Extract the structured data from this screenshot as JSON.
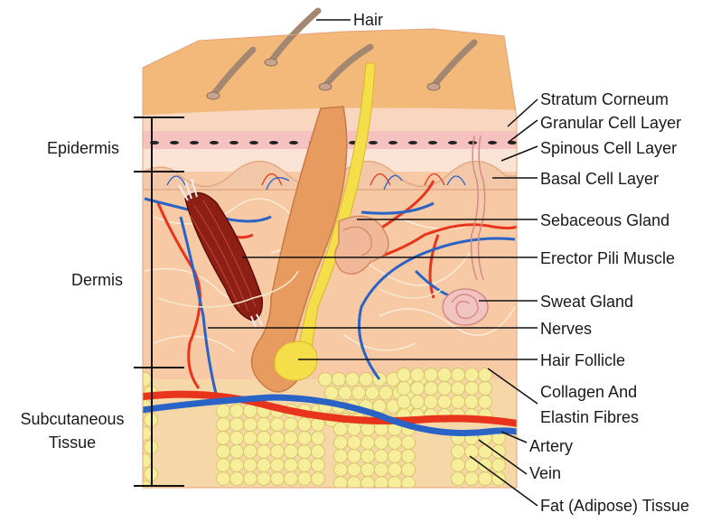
{
  "diagram": {
    "hair": "Hair",
    "right_labels": {
      "stratum_corneum": "Stratum Corneum",
      "granular_cell_layer": "Granular Cell Layer",
      "spinous_cell_layer": "Spinous Cell Layer",
      "basal_cell_layer": "Basal Cell Layer",
      "sebaceous_gland": "Sebaceous Gland",
      "erector_pili_muscle": "Erector Pili Muscle",
      "sweat_gland": "Sweat Gland",
      "nerves": "Nerves",
      "hair_follicle": "Hair Follicle",
      "collagen_line1": "Collagen And",
      "collagen_line2": "Elastin Fibres",
      "artery": "Artery",
      "vein": "Vein",
      "fat_tissue": "Fat (Adipose) Tissue"
    },
    "left_labels": {
      "epidermis": "Epidermis",
      "dermis": "Dermis",
      "subcutaneous_line1": "Subcutaneous",
      "subcutaneous_line2": "Tissue"
    },
    "colors": {
      "skin_top": "#f3b97b",
      "epidermis": "#f9d6c0",
      "dermis": "#f7c9a4",
      "fat": "#f7ee9c",
      "artery": "#e8341c",
      "vein": "#2a63c6",
      "muscle": "#8e1f14",
      "hair": "#a38770",
      "follicle": "#f4df4b"
    }
  }
}
